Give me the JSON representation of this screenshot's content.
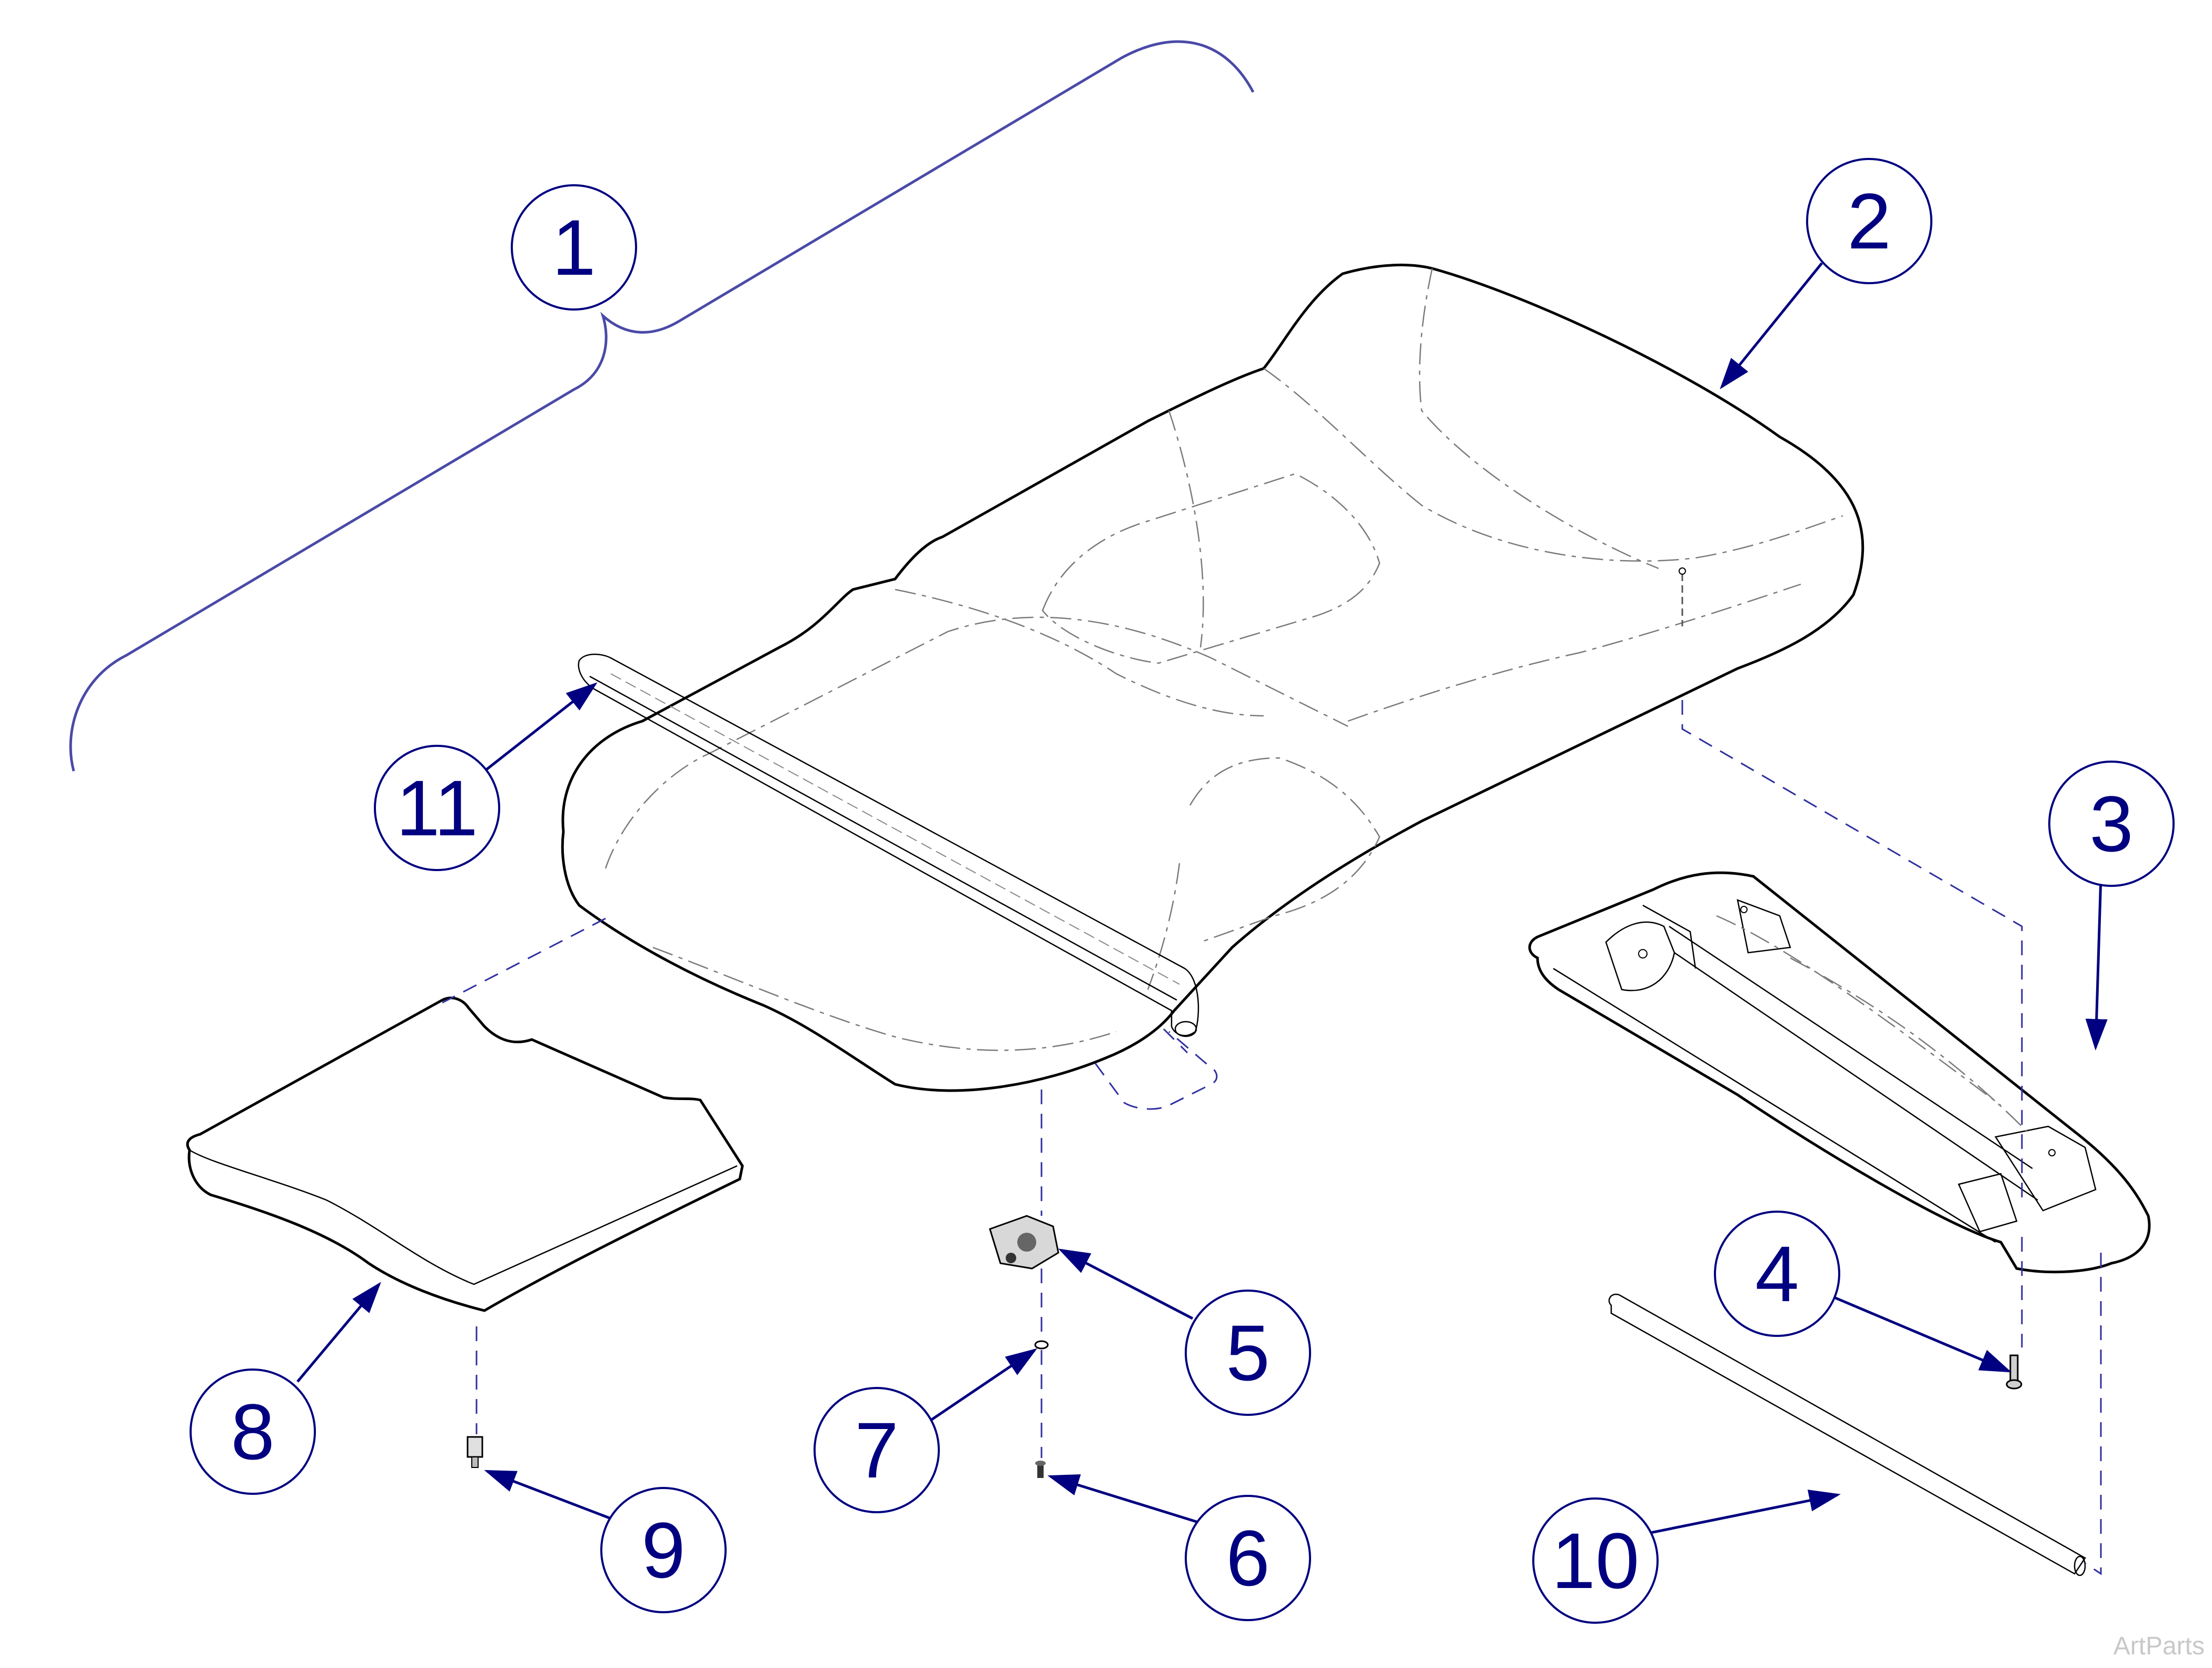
{
  "diagram": {
    "type": "exploded-parts-view",
    "colors": {
      "callout": "#000080",
      "upholstery_fill": "#f5ebbc",
      "outline": "#000000",
      "dashed_leader": "#3030a0",
      "watermark": "#c8c8c8"
    },
    "callouts": [
      {
        "id": "c1",
        "label": "1"
      },
      {
        "id": "c2",
        "label": "2"
      },
      {
        "id": "c3",
        "label": "3"
      },
      {
        "id": "c4",
        "label": "4"
      },
      {
        "id": "c5",
        "label": "5"
      },
      {
        "id": "c6",
        "label": "6"
      },
      {
        "id": "c7",
        "label": "7"
      },
      {
        "id": "c8",
        "label": "8"
      },
      {
        "id": "c9",
        "label": "9"
      },
      {
        "id": "c10",
        "label": "10"
      },
      {
        "id": "c11",
        "label": "11"
      }
    ],
    "watermark": "ArtParts"
  }
}
